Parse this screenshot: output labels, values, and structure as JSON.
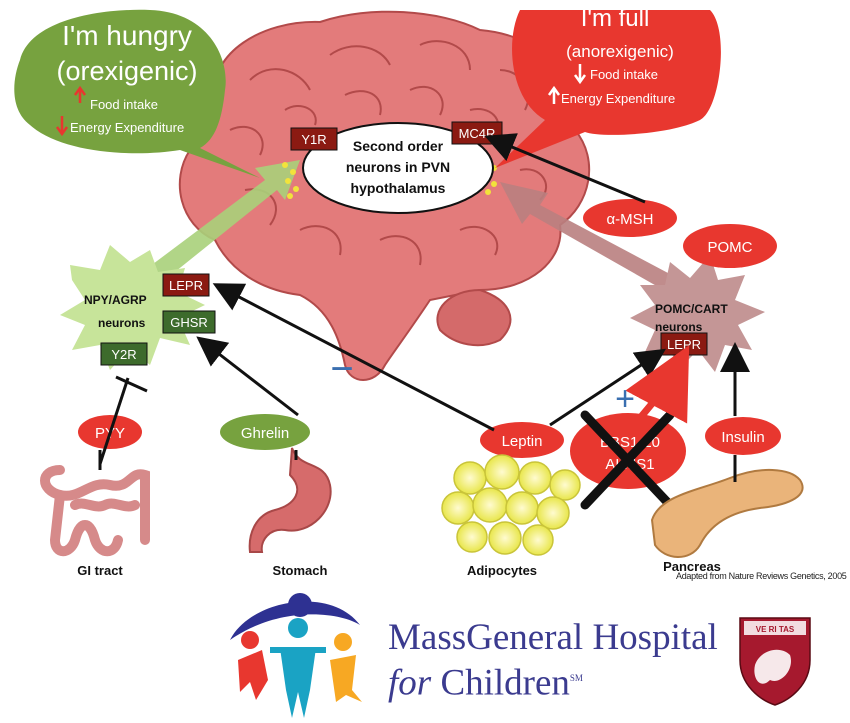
{
  "hungry_bubble": {
    "title": "I'm hungry",
    "subtitle": "(orexigenic)",
    "food_intake": "Food intake",
    "energy": "Energy Expenditure"
  },
  "full_bubble": {
    "title": "I'm full",
    "subtitle": "(anorexigenic)",
    "food_intake": "Food intake",
    "energy": "Energy Expenditure"
  },
  "center": {
    "line1": "Second order",
    "line2": "neurons in PVN",
    "line3": "hypothalamus",
    "y1r": "Y1R",
    "mc4r": "MC4R"
  },
  "npy_neurons": {
    "line1": "NPY/AGRP",
    "line2": "neurons",
    "lepr": "LEPR",
    "ghsr": "GHSR",
    "y2r": "Y2R"
  },
  "pomc_neurons": {
    "line1": "POMC/CART",
    "line2": "neurons",
    "lepr": "LEPR"
  },
  "hormones": {
    "msh": "α-MSH",
    "pomc": "POMC",
    "pyy": "PYY",
    "ghrelin": "Ghrelin",
    "leptin": "Leptin",
    "insulin": "Insulin",
    "bbs_line1": "BBS1-20",
    "bbs_line2": "ALMS1"
  },
  "signs": {
    "minus": "−",
    "plus": "+"
  },
  "organs": {
    "gi": "GI tract",
    "stomach": "Stomach",
    "adipocytes": "Adipocytes",
    "pancreas": "Pancreas"
  },
  "credit": "Adapted from Nature Reviews Genetics, 2005",
  "logo": {
    "line1": "MassGeneral Hospital",
    "line2_italic": "for",
    "line2_rest": " Children",
    "sm": "SM",
    "shield_text": "VE RI TAS"
  },
  "colors": {
    "green": "#77a23f",
    "red": "#e8372f",
    "dark_red": "#8b1a12",
    "dark_green": "#3d6b2c",
    "brain": "#e37b7b",
    "logo_blue": "#3b3b8f"
  }
}
